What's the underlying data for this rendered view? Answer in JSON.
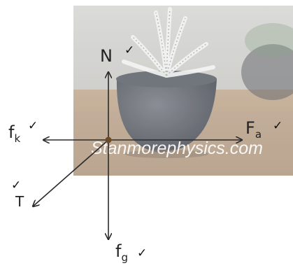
{
  "diagram": {
    "photo_colors": {
      "wall": "#c8c8c6",
      "table": "#b39b82",
      "pot": "#5a5e66",
      "plant": "#e8ece8"
    },
    "arrow_color": "#2b2b2b",
    "point_color": "#6b4a2a",
    "check_symbol": "✓",
    "forces": [
      {
        "name": "N",
        "sub": ""
      },
      {
        "name": "F",
        "sub": "a"
      },
      {
        "name": "f",
        "sub": "k"
      },
      {
        "name": "T",
        "sub": ""
      },
      {
        "name": "f",
        "sub": "g"
      }
    ],
    "watermark": "Stanmorephysics.com"
  }
}
